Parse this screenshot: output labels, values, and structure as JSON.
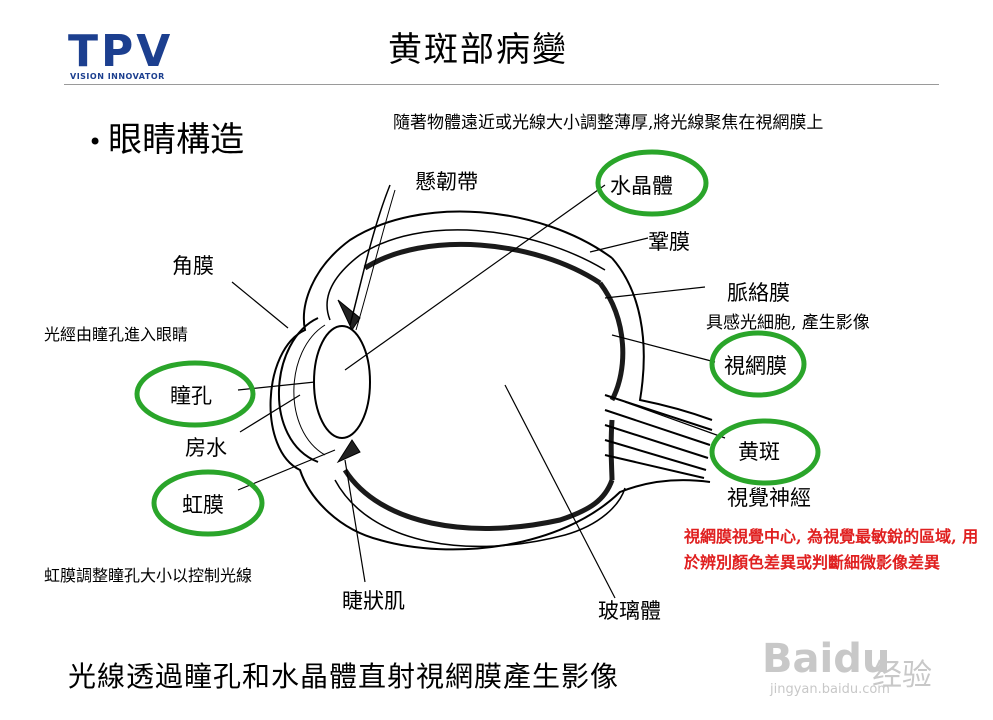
{
  "logo": {
    "name": "TPV",
    "tagline": "VISION INNOVATOR",
    "color": "#1c3f8f"
  },
  "slide": {
    "title": "黄斑部病變",
    "bullet": "眼睛構造",
    "caption_top": "隨著物體遠近或光線大小調整薄厚,將光線聚焦在視網膜上",
    "bottom_caption": "光線透過瞳孔和水晶體直射視網膜產生影像"
  },
  "labels": {
    "suspensory_ligament": "懸韌帶",
    "lens": "水晶體",
    "sclera": "鞏膜",
    "choroid": "脈絡膜",
    "retina": "視網膜",
    "macula": "黄斑",
    "optic_nerve": "視覺神經",
    "cornea": "角膜",
    "pupil": "瞳孔",
    "aqueous_humor": "房水",
    "iris": "虹膜",
    "ciliary_muscle": "睫狀肌",
    "vitreous": "玻璃體"
  },
  "notes": {
    "pupil_note": "光經由瞳孔進入眼睛",
    "iris_note": "虹膜調整瞳孔大小以控制光線",
    "retina_note": "具感光細胞, 產生影像",
    "macula_note": "視網膜視覺中心, 為視覺最敏銳的區域, 用於辨別顏色差異或判斷細微影像差異"
  },
  "highlight_color": "#2aa52a",
  "note_color": "#e02020",
  "watermark": {
    "brand": "Baidu",
    "cn": "经验",
    "url": "jingyan.baidu.com"
  }
}
